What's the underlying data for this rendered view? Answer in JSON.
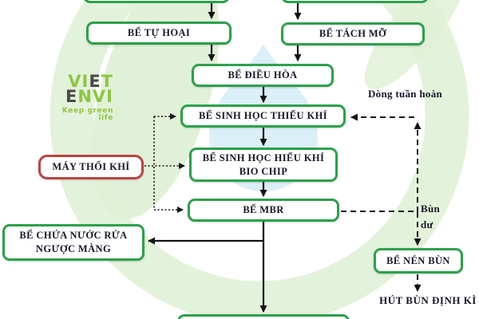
{
  "colors": {
    "box_border_green": "#2da04b",
    "box_border_red": "#bc4442",
    "text_dark": "#17172c",
    "line_black": "#121212",
    "logo_green": "#8dc63f",
    "logo_dark": "#4a4a48",
    "watermark_green": "#def0d4",
    "watermark_blue": "#d5ecf8"
  },
  "logo": {
    "line1_a": "VI",
    "line1_b": "E",
    "line1_c": "T",
    "line2_a": "E",
    "line2_b": "NVI",
    "tagline": "Keep green life"
  },
  "nodes": {
    "septic": {
      "label": "BỂ TỰ HOẠI"
    },
    "grease": {
      "label": "BỂ TÁCH MỠ"
    },
    "equalization": {
      "label": "BỂ ĐIỀU HÒA"
    },
    "anoxic": {
      "label": "BỂ SINH HỌC THIẾU KHÍ"
    },
    "aerobic": {
      "label": "BỂ SINH HỌC HIẾU KHÍ\nBIO CHIP"
    },
    "mbr": {
      "label": "BỂ MBR"
    },
    "backwash": {
      "label": "BỂ CHỨA NƯỚC RỬA\nNGƯỢC MÀNG"
    },
    "blower": {
      "label": "MÁY THỔI KHÍ"
    },
    "sludge": {
      "label": "BỂ NÉN BÙN"
    }
  },
  "annotations": {
    "recirculation": "Dòng tuần hoàn",
    "excess_sludge": "Bùn\ndư",
    "sludge_removal": "HÚT BÙN ĐỊNH KÌ"
  }
}
